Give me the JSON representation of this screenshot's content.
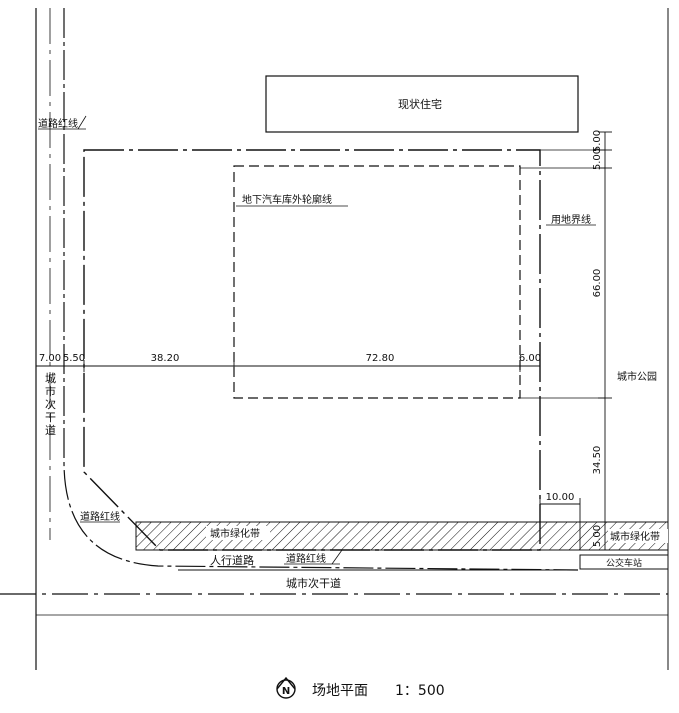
{
  "labels": {
    "residence": "现状住宅",
    "road_red_line_top": "道路红线",
    "land_boundary": "用地界线",
    "garage_outline": "地下汽车库外轮廓线",
    "city_park": "城市公园",
    "secondary_road_left": "城市次干道",
    "road_red_line_corner": "道路红线",
    "green_belt_left": "城市绿化带",
    "green_belt_right": "城市绿化带",
    "sidewalk": "人行道路",
    "road_red_line_bottom": "道路红线",
    "secondary_road_bottom": "城市次干道",
    "bus_stop": "公交车站"
  },
  "dimensions": {
    "d_7": "7.00",
    "d_5_50": "5.50",
    "d_38_20": "38.20",
    "d_72_80": "72.80",
    "d_6": "6.00",
    "d_5_top": "5.00",
    "d_5_mid": "5.00",
    "d_66": "66.00",
    "d_34_50": "34.50",
    "d_10": "10.00",
    "d_5_bottom": "5.00"
  },
  "caption": {
    "title": "场地平面",
    "scale": "1：500"
  }
}
